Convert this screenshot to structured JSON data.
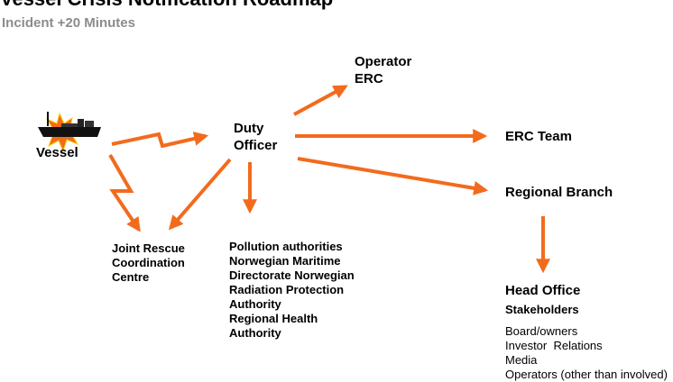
{
  "header": {
    "title": "Vessel Crisis Notification Roadmap",
    "subtitle": "Incident +20 Minutes"
  },
  "nodes": {
    "vessel": "Vessel",
    "duty_officer": [
      "Duty",
      "Officer"
    ],
    "operator_erc": [
      "Operator",
      "ERC"
    ],
    "erc_team": "ERC Team",
    "regional_branch": "Regional Branch",
    "jrcc": [
      "Joint Rescue",
      "Coordination",
      "Centre"
    ],
    "authorities": [
      "Pollution authorities",
      "Norwegian Maritime",
      "Directorate Norwegian",
      "Radiation Protection",
      "Authority",
      "Regional Health",
      "Authority"
    ],
    "head_office": "Head Office",
    "stakeholders": {
      "title": "Stakeholders",
      "items": [
        "Board/owners",
        "Investor  Relations",
        "Media",
        "Operators (other than involved)"
      ]
    }
  },
  "colors": {
    "arrow": "#f26b1d",
    "subtitle": "#8c8c8c",
    "text": "#000000"
  },
  "icons": {
    "vessel": "ship-icon",
    "incident": "explosion-icon"
  }
}
